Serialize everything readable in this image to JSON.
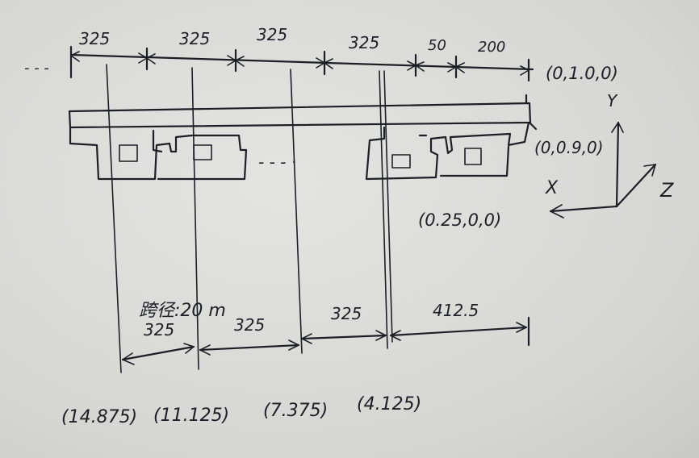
{
  "top_dimensions": [
    "325",
    "325",
    "325",
    "325",
    "50",
    "200"
  ],
  "span_note": "跨径:20 m",
  "bottom_dimensions": [
    "325",
    "325",
    "325",
    "412.5"
  ],
  "bottom_coordinates": [
    "(14.875)",
    "(11.125)",
    "(7.375)",
    "(4.125)"
  ],
  "node_labels": {
    "top_right": "(0,1.0,0)",
    "mid_right": "(0,0.9,0)",
    "lower_right": "(0.25,0,0)"
  },
  "axes": {
    "y": "Y",
    "x": "X",
    "z": "Z"
  },
  "ellipsis_left": "- - -",
  "ellipsis_mid": "- - - ·"
}
